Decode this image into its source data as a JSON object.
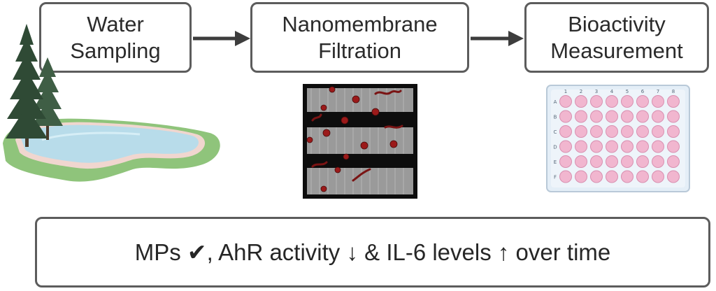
{
  "steps": [
    {
      "line1": "Water",
      "line2": "Sampling"
    },
    {
      "line1": "Nanomembrane",
      "line2": "Filtration"
    },
    {
      "line1": "Bioactivity",
      "line2": "Measurement"
    }
  ],
  "conclusion": {
    "part1": "MPs ",
    "check_symbol": "✔",
    "part2": ", AhR activity ",
    "down_arrow": "↓",
    "part3": " & IL-6 levels ",
    "up_arrow": "↑",
    "part4": " over time"
  },
  "plate": {
    "column_labels": [
      "1",
      "2",
      "3",
      "4",
      "5",
      "6",
      "7",
      "8"
    ],
    "row_labels": [
      "A",
      "B",
      "C",
      "D",
      "E",
      "F"
    ]
  },
  "colors": {
    "box_border": "#5c5c5c",
    "arrow": "#3d3d3d",
    "water": "#b8dcea",
    "grass": "#8fc47b",
    "tree": "#2f4a35",
    "well": "#f1b6cf",
    "particle": "#9b1a1a"
  },
  "icons": [
    "pond-with-trees-icon",
    "nanomembrane-micrograph-icon",
    "well-plate-icon",
    "check-mark-icon",
    "down-arrow-icon",
    "up-arrow-icon"
  ]
}
